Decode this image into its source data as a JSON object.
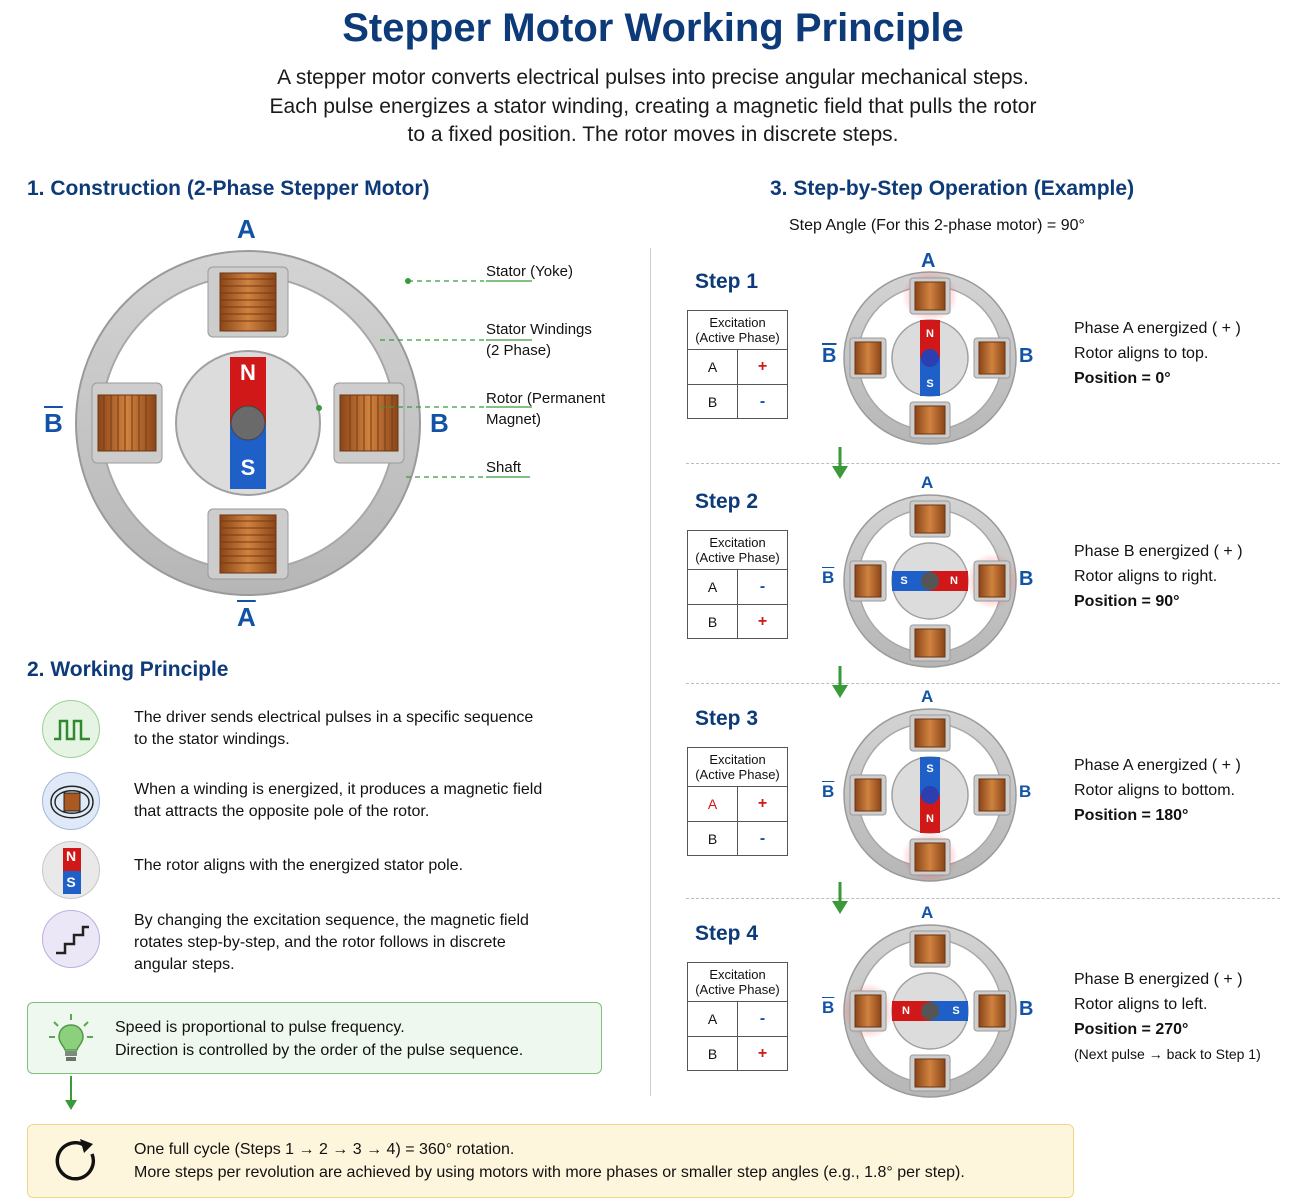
{
  "header": {
    "title": "Stepper Motor Working Principle",
    "intro_lines": [
      "A stepper motor converts electrical pulses into precise angular mechanical steps.",
      "Each pulse energizes a stator winding, creating a magnetic field that pulls the rotor",
      "to a fixed position. The rotor moves in discrete steps."
    ]
  },
  "construction": {
    "heading": "1. Construction (2-Phase Stepper Motor)",
    "poles": {
      "top": "A",
      "bottom": "A",
      "left": "B",
      "right": "B"
    },
    "rotor": {
      "north": "N",
      "south": "S"
    },
    "labels": [
      {
        "lines": [
          "Stator (Yoke)"
        ]
      },
      {
        "lines": [
          "Stator Windings",
          "(2 Phase)"
        ]
      },
      {
        "lines": [
          "Rotor (Permanent",
          "Magnet)"
        ]
      },
      {
        "lines": [
          "Shaft"
        ]
      }
    ]
  },
  "working": {
    "heading": "2. Working Principle",
    "items": [
      {
        "icon": "pulse-wave-icon",
        "lines": [
          "The driver sends electrical pulses in a specific sequence",
          "to the stator windings."
        ]
      },
      {
        "icon": "magnetic-coil-icon",
        "lines": [
          "When a winding is energized, it produces a magnetic field",
          "that attracts the opposite pole of the rotor."
        ]
      },
      {
        "icon": "magnet-ns-icon",
        "lines": [
          "The rotor aligns with the energized stator pole."
        ]
      },
      {
        "icon": "staircase-icon",
        "lines": [
          "By changing the excitation sequence, the magnetic field",
          "rotates step-by-step, and the rotor follows in discrete",
          "angular steps."
        ]
      }
    ],
    "tip": {
      "icon": "lightbulb-icon",
      "lines": [
        "Speed is proportional to pulse frequency.",
        "Direction is controlled by the order of the pulse sequence."
      ]
    }
  },
  "operation": {
    "heading": "3. Step-by-Step Operation (Example)",
    "step_angle": "Step Angle (For this 2-phase motor) = 90°",
    "table_header": [
      "Excitation",
      "(Active Phase)"
    ],
    "steps": [
      {
        "label": "Step 1",
        "rotation_deg": 0,
        "energized": "top",
        "rows": [
          {
            "phase": "A",
            "sign": "+"
          },
          {
            "phase": "B",
            "sign": "-"
          }
        ],
        "lines": [
          "Phase A energized ( + )",
          "Rotor aligns to top.",
          "Position = 0°"
        ]
      },
      {
        "label": "Step 2",
        "rotation_deg": 90,
        "energized": "right",
        "rows": [
          {
            "phase": "A",
            "sign": "-"
          },
          {
            "phase": "B",
            "sign": "+"
          }
        ],
        "lines": [
          "Phase B energized ( + )",
          "Rotor aligns to right.",
          "Position = 90°"
        ]
      },
      {
        "label": "Step 3",
        "rotation_deg": 180,
        "energized": "bottom",
        "rows": [
          {
            "phase": "A",
            "sign": "+"
          },
          {
            "phase": "B",
            "sign": "-"
          }
        ],
        "lines": [
          "Phase A energized ( + )",
          "Rotor aligns to bottom.",
          "Position = 180°"
        ]
      },
      {
        "label": "Step 4",
        "rotation_deg": 270,
        "energized": "left",
        "rows": [
          {
            "phase": "A",
            "sign": "-"
          },
          {
            "phase": "B",
            "sign": "+"
          }
        ],
        "lines": [
          "Phase B energized ( + )",
          "Rotor aligns to left.",
          "Position = 270°"
        ],
        "note": "(Next pulse → back to Step 1)"
      }
    ]
  },
  "cycle": {
    "icon": "rotate-cycle-icon",
    "lines": [
      "One full cycle (Steps 1 → 2 → 3 → 4) = 360° rotation.",
      "More steps per revolution are achieved by using motors with more phases or smaller step angles (e.g., 1.8° per step)."
    ]
  },
  "colors": {
    "title": "#0d3a78",
    "pole_label": "#1353a6",
    "north": "#d01818",
    "south": "#1f5fc8",
    "copper": "#b5652a",
    "energized_glow": "#ff5050"
  }
}
